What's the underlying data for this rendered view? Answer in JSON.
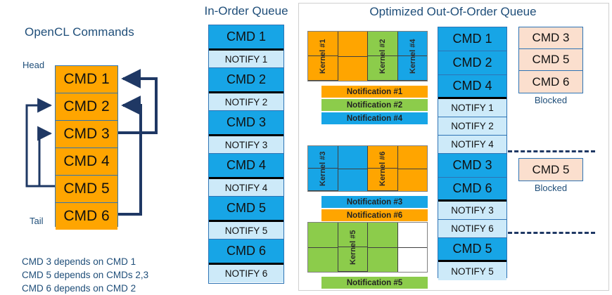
{
  "left": {
    "title": "OpenCL Commands",
    "head_label": "Head",
    "tail_label": "Tail",
    "commands": [
      "CMD 1",
      "CMD 2",
      "CMD 3",
      "CMD 4",
      "CMD 5",
      "CMD 6"
    ],
    "dependencies": [
      "CMD 3 depends on CMD 1",
      "CMD 5 depends on CMDs 2,3",
      "CMD 6 depends on CMD 2"
    ]
  },
  "in_order": {
    "title": "In-Order Queue",
    "items": [
      {
        "label": "CMD 1",
        "type": "cmd",
        "separator_after": true
      },
      {
        "label": "NOTIFY 1",
        "type": "notify",
        "separator_after": false
      },
      {
        "label": "CMD 2",
        "type": "cmd",
        "separator_after": true
      },
      {
        "label": "NOTIFY 2",
        "type": "notify",
        "separator_after": false
      },
      {
        "label": "CMD 3",
        "type": "cmd",
        "separator_after": true
      },
      {
        "label": "NOTIFY 3",
        "type": "notify",
        "separator_after": false
      },
      {
        "label": "CMD 4",
        "type": "cmd",
        "separator_after": true
      },
      {
        "label": "NOTIFY 4",
        "type": "notify",
        "separator_after": false
      },
      {
        "label": "CMD 5",
        "type": "cmd",
        "separator_after": true
      },
      {
        "label": "NOTIFY 5",
        "type": "notify",
        "separator_after": false
      },
      {
        "label": "CMD 6",
        "type": "cmd",
        "separator_after": true
      },
      {
        "label": "NOTIFY 6",
        "type": "notify",
        "separator_after": false
      }
    ]
  },
  "optimized": {
    "title": "Optimized Out-Of-Order Queue",
    "kernel_groups": [
      {
        "name": "group-1",
        "columns": [
          {
            "color": "#ffa500",
            "label": "Kernel #1",
            "label_on": true
          },
          {
            "color": "#ffa500",
            "label": "",
            "label_on": false
          },
          {
            "color": "#8ccc4b",
            "label": "Kernel #2",
            "label_on": true
          },
          {
            "color": "#17a5e6",
            "label": "Kernel #4",
            "label_on": true
          }
        ],
        "notifications": [
          {
            "label": "Notification #1",
            "color": "#ffa500"
          },
          {
            "label": "Notification #2",
            "color": "#8ccc4b"
          },
          {
            "label": "Notification #4",
            "color": "#17a5e6"
          }
        ]
      },
      {
        "name": "group-2",
        "columns": [
          {
            "color": "#17a5e6",
            "label": "Kernel #3",
            "label_on": true
          },
          {
            "color": "#17a5e6",
            "label": "",
            "label_on": false
          },
          {
            "color": "#ffa500",
            "label": "Kernel #6",
            "label_on": true
          },
          {
            "color": "#ffa500",
            "label": "",
            "label_on": false
          }
        ],
        "notifications": [
          {
            "label": "Notification #3",
            "color": "#17a5e6"
          },
          {
            "label": "Notification #6",
            "color": "#ffa500"
          }
        ]
      },
      {
        "name": "group-3",
        "columns": [
          {
            "color": "#8ccc4b",
            "label": "",
            "label_on": false
          },
          {
            "color": "#8ccc4b",
            "label": "Kernel #5",
            "label_on": true
          },
          {
            "color": "#8ccc4b",
            "label": "",
            "label_on": false
          },
          {
            "color": "#ffffff",
            "label": "",
            "label_on": false
          }
        ],
        "notifications": [
          {
            "label": "Notification #5",
            "color": "#8ccc4b"
          }
        ]
      }
    ],
    "queue": [
      {
        "label": "CMD 1",
        "type": "cmd",
        "separator_after": false
      },
      {
        "label": "CMD 2",
        "type": "cmd",
        "separator_after": false
      },
      {
        "label": "CMD 4",
        "type": "cmd",
        "separator_after": true
      },
      {
        "label": "NOTIFY 1",
        "type": "notify",
        "separator_after": false
      },
      {
        "label": "NOTIFY 2",
        "type": "notify",
        "separator_after": false
      },
      {
        "label": "NOTIFY 4",
        "type": "notify",
        "separator_after": false
      },
      {
        "label": "CMD 3",
        "type": "cmd",
        "separator_after": false
      },
      {
        "label": "CMD 6",
        "type": "cmd",
        "separator_after": true
      },
      {
        "label": "NOTIFY 3",
        "type": "notify",
        "separator_after": false
      },
      {
        "label": "NOTIFY 6",
        "type": "notify",
        "separator_after": false
      },
      {
        "label": "CMD 5",
        "type": "cmd",
        "separator_after": true
      },
      {
        "label": "NOTIFY 5",
        "type": "notify",
        "separator_after": false
      }
    ],
    "blocked_groups": [
      {
        "items": [
          "CMD 3",
          "CMD 5",
          "CMD 6"
        ],
        "caption": "Blocked"
      },
      {
        "items": [
          "CMD 5"
        ],
        "caption": "Blocked"
      }
    ]
  },
  "colors": {
    "orange": "#ffa500",
    "green": "#8ccc4b",
    "blue": "#17a5e6",
    "light_blue": "#cdeaf9",
    "peach": "#fbdfce",
    "navy": "#1f3864",
    "border_blue": "#2e74b5"
  }
}
